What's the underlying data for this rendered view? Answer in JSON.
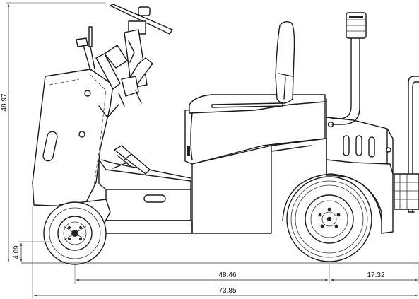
{
  "dimensions": {
    "overall_height": "48.97",
    "ground_clearance": "4.09",
    "wheelbase": "48.46",
    "rear_overhang": "17.32",
    "overall_length": "73.85"
  },
  "colors": {
    "line": "#1a1a1a",
    "background": "#ffffff"
  }
}
